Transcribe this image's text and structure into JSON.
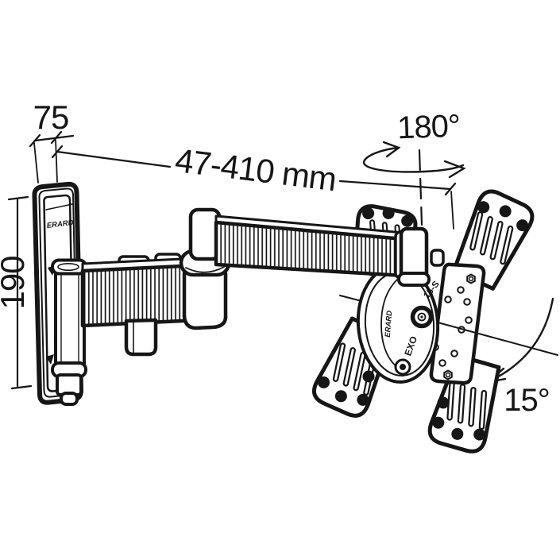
{
  "title": "Articulating TV wall-mount bracket dimension diagram",
  "colors": {
    "background": "#ffffff",
    "line": "#161616"
  },
  "labels": {
    "depth": "75",
    "height": "190",
    "extension": "47-410 mm",
    "swivel": "180°",
    "tilt": "15°"
  },
  "markings": {
    "plate_brand": "ERARD",
    "hub_brand": "ERARD",
    "hub_model": "15-S",
    "hub_series": "EXO"
  }
}
